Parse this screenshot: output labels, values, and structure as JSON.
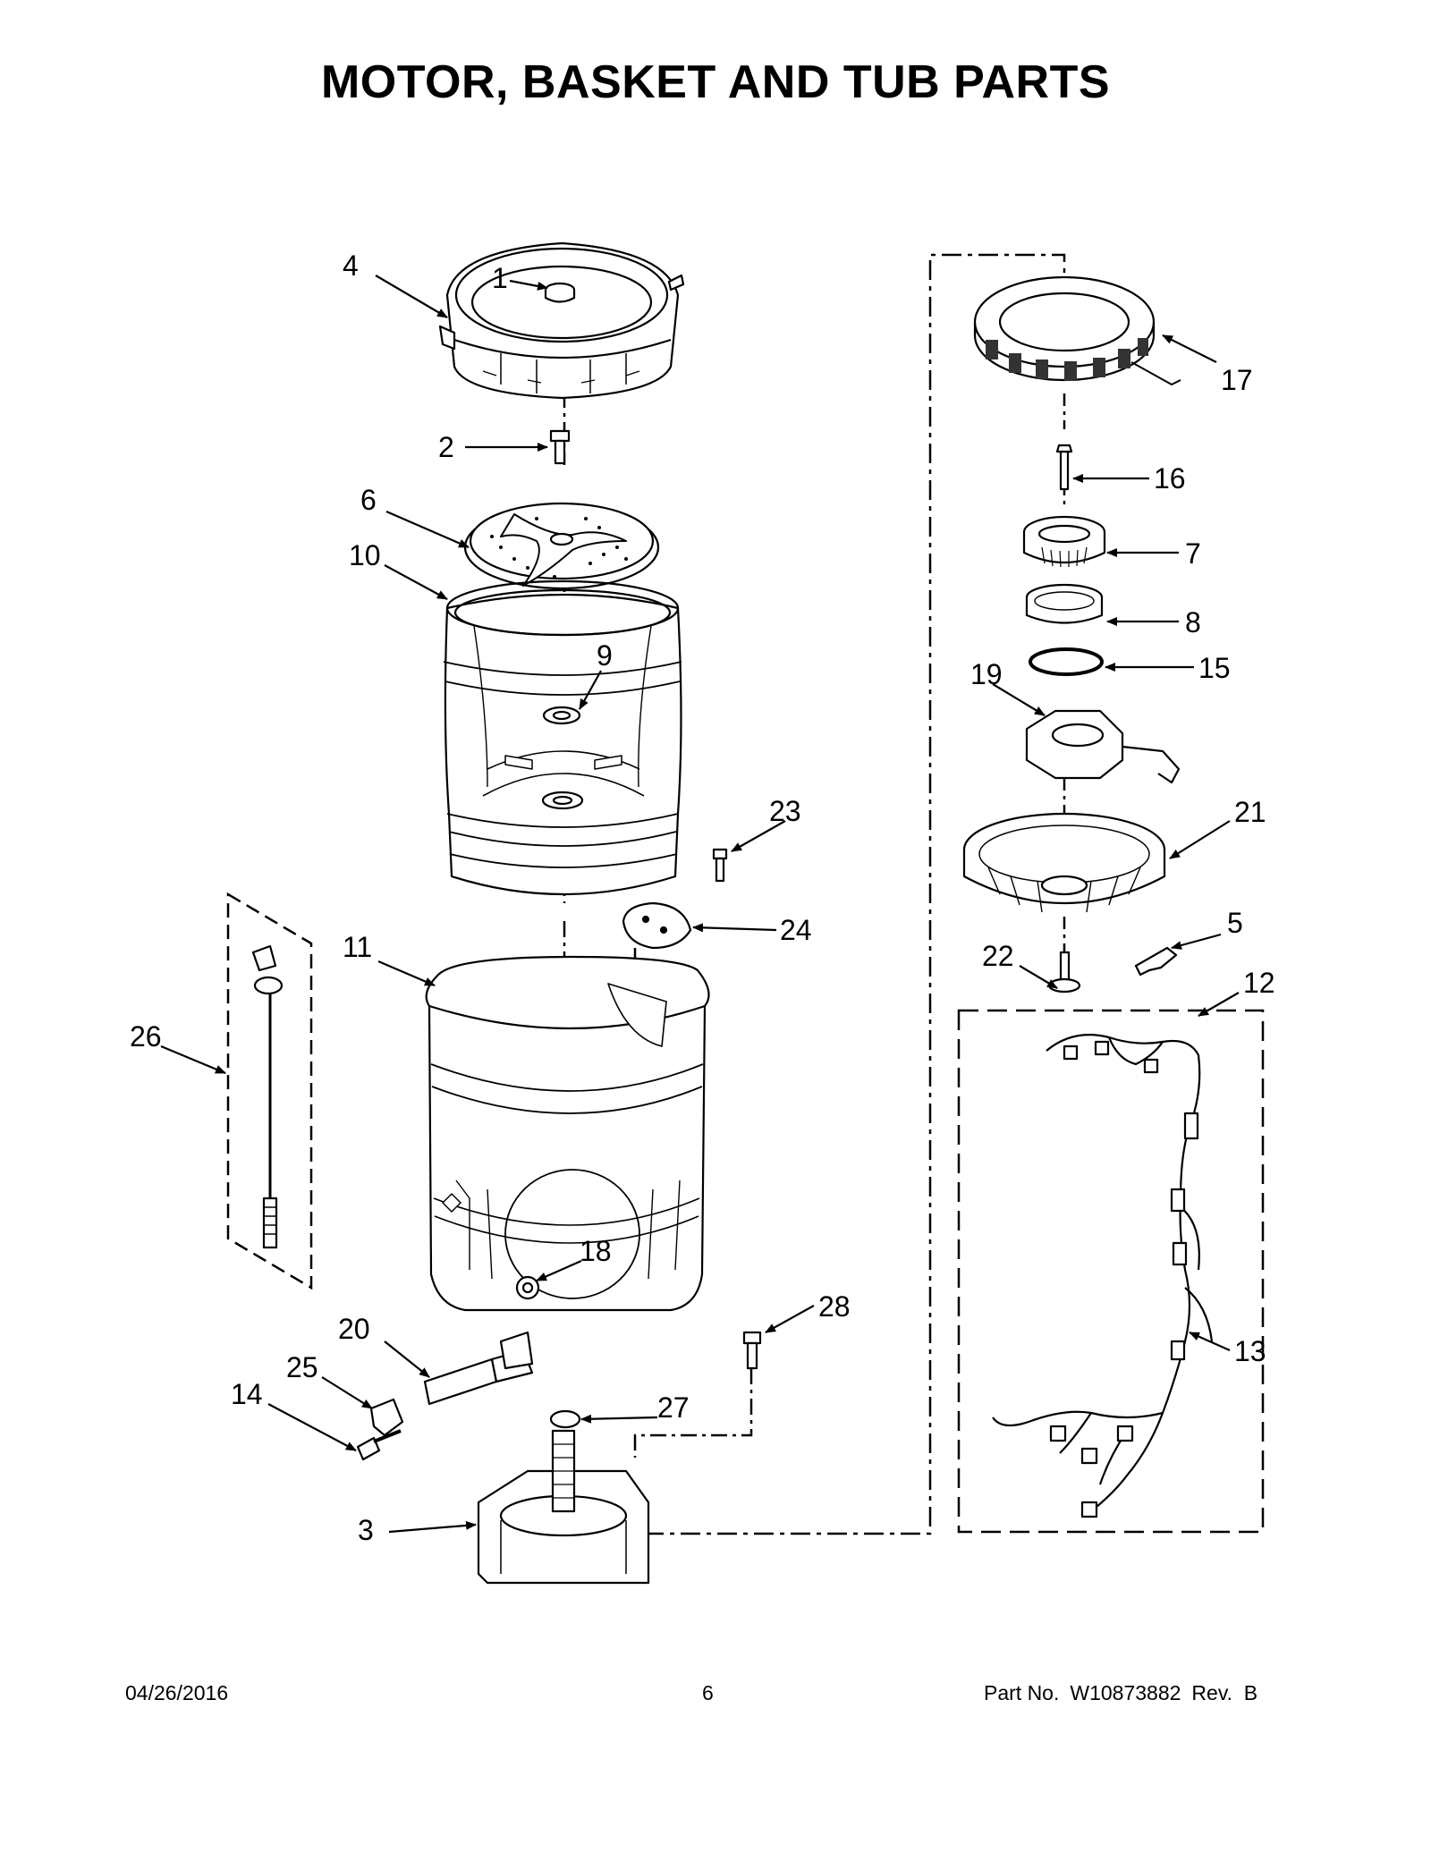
{
  "title": "MOTOR, BASKET AND TUB PARTS",
  "footer": {
    "date": "04/26/2016",
    "page": "6",
    "part_label": "Part No.",
    "part_number": "W10873882",
    "revision": "Rev.  B"
  },
  "callouts": {
    "c1": "1",
    "c2": "2",
    "c3": "3",
    "c4": "4",
    "c5": "5",
    "c6": "6",
    "c7": "7",
    "c8": "8",
    "c9": "9",
    "c10": "10",
    "c11": "11",
    "c12": "12",
    "c13": "13",
    "c14": "14",
    "c15": "15",
    "c16": "16",
    "c17": "17",
    "c18": "18",
    "c19": "19",
    "c20": "20",
    "c21": "21",
    "c22": "22",
    "c23": "23",
    "c24": "24",
    "c25": "25",
    "c26": "26",
    "c27": "27",
    "c28": "28"
  }
}
